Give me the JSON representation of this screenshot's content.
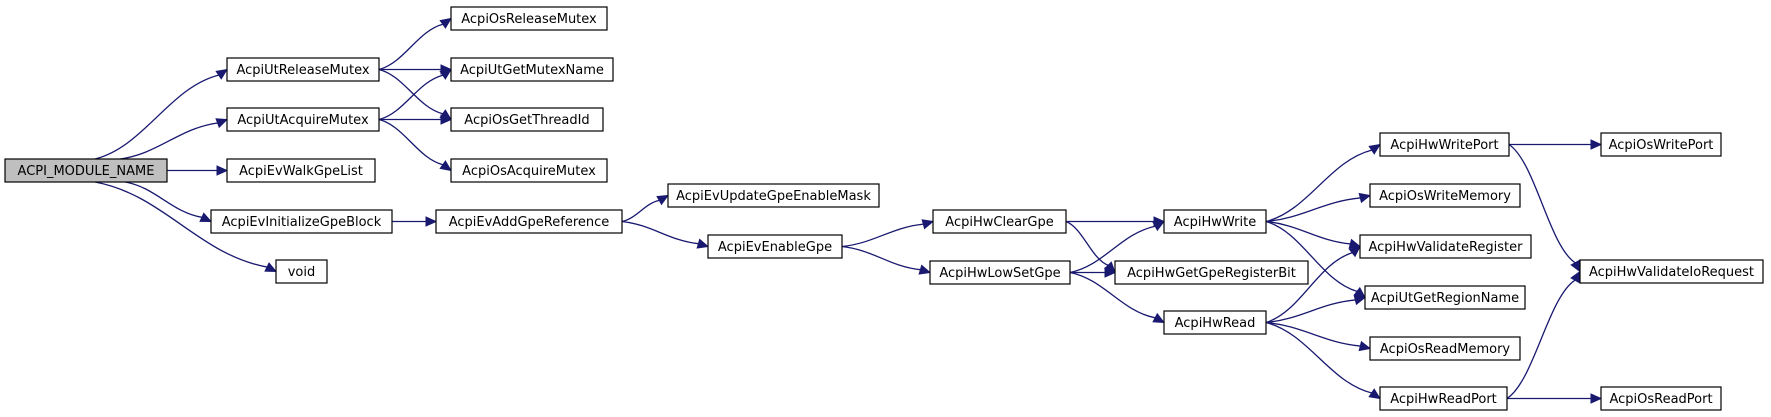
{
  "colors": {
    "edge": "#191970",
    "root_fill": "#bfbfbf",
    "node_fill": "#ffffff"
  },
  "nodes": [
    {
      "id": "ACPI_MODULE_NAME",
      "label": "ACPI_MODULE_NAME",
      "root": true
    },
    {
      "id": "AcpiUtReleaseMutex",
      "label": "AcpiUtReleaseMutex"
    },
    {
      "id": "AcpiUtAcquireMutex",
      "label": "AcpiUtAcquireMutex"
    },
    {
      "id": "AcpiEvWalkGpeList",
      "label": "AcpiEvWalkGpeList"
    },
    {
      "id": "AcpiEvInitializeGpeBlock",
      "label": "AcpiEvInitializeGpeBlock"
    },
    {
      "id": "void",
      "label": "void"
    },
    {
      "id": "AcpiOsReleaseMutex",
      "label": "AcpiOsReleaseMutex"
    },
    {
      "id": "AcpiUtGetMutexName",
      "label": "AcpiUtGetMutexName"
    },
    {
      "id": "AcpiOsGetThreadId",
      "label": "AcpiOsGetThreadId"
    },
    {
      "id": "AcpiOsAcquireMutex",
      "label": "AcpiOsAcquireMutex"
    },
    {
      "id": "AcpiEvAddGpeReference",
      "label": "AcpiEvAddGpeReference"
    },
    {
      "id": "AcpiEvUpdateGpeEnableMask",
      "label": "AcpiEvUpdateGpeEnableMask"
    },
    {
      "id": "AcpiEvEnableGpe",
      "label": "AcpiEvEnableGpe"
    },
    {
      "id": "AcpiHwClearGpe",
      "label": "AcpiHwClearGpe"
    },
    {
      "id": "AcpiHwLowSetGpe",
      "label": "AcpiHwLowSetGpe"
    },
    {
      "id": "AcpiHwWrite",
      "label": "AcpiHwWrite"
    },
    {
      "id": "AcpiHwGetGpeRegisterBit",
      "label": "AcpiHwGetGpeRegisterBit"
    },
    {
      "id": "AcpiHwRead",
      "label": "AcpiHwRead"
    },
    {
      "id": "AcpiHwWritePort",
      "label": "AcpiHwWritePort"
    },
    {
      "id": "AcpiOsWriteMemory",
      "label": "AcpiOsWriteMemory"
    },
    {
      "id": "AcpiHwValidateRegister",
      "label": "AcpiHwValidateRegister"
    },
    {
      "id": "AcpiUtGetRegionName",
      "label": "AcpiUtGetRegionName"
    },
    {
      "id": "AcpiOsReadMemory",
      "label": "AcpiOsReadMemory"
    },
    {
      "id": "AcpiHwReadPort",
      "label": "AcpiHwReadPort"
    },
    {
      "id": "AcpiOsWritePort",
      "label": "AcpiOsWritePort"
    },
    {
      "id": "AcpiHwValidateIoRequest",
      "label": "AcpiHwValidateIoRequest"
    },
    {
      "id": "AcpiOsReadPort",
      "label": "AcpiOsReadPort"
    }
  ],
  "edges": [
    [
      "ACPI_MODULE_NAME",
      "AcpiUtReleaseMutex"
    ],
    [
      "ACPI_MODULE_NAME",
      "AcpiUtAcquireMutex"
    ],
    [
      "ACPI_MODULE_NAME",
      "AcpiEvWalkGpeList"
    ],
    [
      "ACPI_MODULE_NAME",
      "AcpiEvInitializeGpeBlock"
    ],
    [
      "ACPI_MODULE_NAME",
      "void"
    ],
    [
      "AcpiUtReleaseMutex",
      "AcpiOsReleaseMutex"
    ],
    [
      "AcpiUtReleaseMutex",
      "AcpiUtGetMutexName"
    ],
    [
      "AcpiUtReleaseMutex",
      "AcpiOsGetThreadId"
    ],
    [
      "AcpiUtAcquireMutex",
      "AcpiUtGetMutexName"
    ],
    [
      "AcpiUtAcquireMutex",
      "AcpiOsGetThreadId"
    ],
    [
      "AcpiUtAcquireMutex",
      "AcpiOsAcquireMutex"
    ],
    [
      "AcpiEvInitializeGpeBlock",
      "AcpiEvAddGpeReference"
    ],
    [
      "AcpiEvAddGpeReference",
      "AcpiEvUpdateGpeEnableMask"
    ],
    [
      "AcpiEvAddGpeReference",
      "AcpiEvEnableGpe"
    ],
    [
      "AcpiEvEnableGpe",
      "AcpiHwClearGpe"
    ],
    [
      "AcpiEvEnableGpe",
      "AcpiHwLowSetGpe"
    ],
    [
      "AcpiHwClearGpe",
      "AcpiHwWrite"
    ],
    [
      "AcpiHwClearGpe",
      "AcpiHwGetGpeRegisterBit"
    ],
    [
      "AcpiHwLowSetGpe",
      "AcpiHwWrite"
    ],
    [
      "AcpiHwLowSetGpe",
      "AcpiHwGetGpeRegisterBit"
    ],
    [
      "AcpiHwLowSetGpe",
      "AcpiHwRead"
    ],
    [
      "AcpiHwWrite",
      "AcpiHwWritePort"
    ],
    [
      "AcpiHwWrite",
      "AcpiOsWriteMemory"
    ],
    [
      "AcpiHwWrite",
      "AcpiHwValidateRegister"
    ],
    [
      "AcpiHwWrite",
      "AcpiUtGetRegionName"
    ],
    [
      "AcpiHwRead",
      "AcpiHwValidateRegister"
    ],
    [
      "AcpiHwRead",
      "AcpiUtGetRegionName"
    ],
    [
      "AcpiHwRead",
      "AcpiOsReadMemory"
    ],
    [
      "AcpiHwRead",
      "AcpiHwReadPort"
    ],
    [
      "AcpiHwWritePort",
      "AcpiOsWritePort"
    ],
    [
      "AcpiHwWritePort",
      "AcpiHwValidateIoRequest"
    ],
    [
      "AcpiHwReadPort",
      "AcpiHwValidateIoRequest"
    ],
    [
      "AcpiHwReadPort",
      "AcpiOsReadPort"
    ]
  ]
}
